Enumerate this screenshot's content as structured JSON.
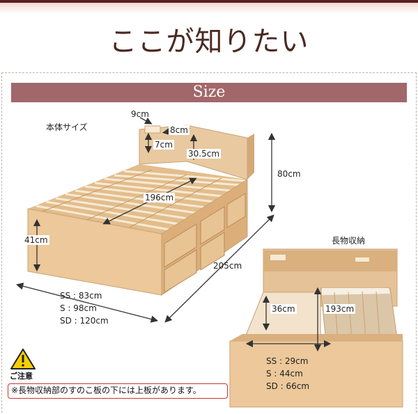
{
  "heading": "ここが知りたい",
  "section_band": "Size",
  "main_bed": {
    "caption": "本体サイズ",
    "dims": {
      "shelf_top": "9cm",
      "shelf_width": "8cm",
      "shelf_depth": "7cm",
      "headboard_lower": "30.5cm",
      "height": "80cm",
      "inner_length": "196cm",
      "frame_height": "41cm",
      "total_length": "205cm"
    },
    "widths": [
      "SS : 83cm",
      "S : 98cm",
      "SD : 120cm"
    ]
  },
  "storage_bed": {
    "caption": "長物収納",
    "dims": {
      "depth": "36cm",
      "length": "193cm"
    },
    "widths": [
      "SS : 29cm",
      "S : 44cm",
      "SD : 66cm"
    ]
  },
  "caution": {
    "label": "ご注意",
    "note": "※長物収納部のすのこ板の下には上板があります。"
  },
  "colors": {
    "heading": "#4a2a22",
    "band": "#a2676a",
    "wood": "#e6c298",
    "warning": "#f4d000"
  }
}
